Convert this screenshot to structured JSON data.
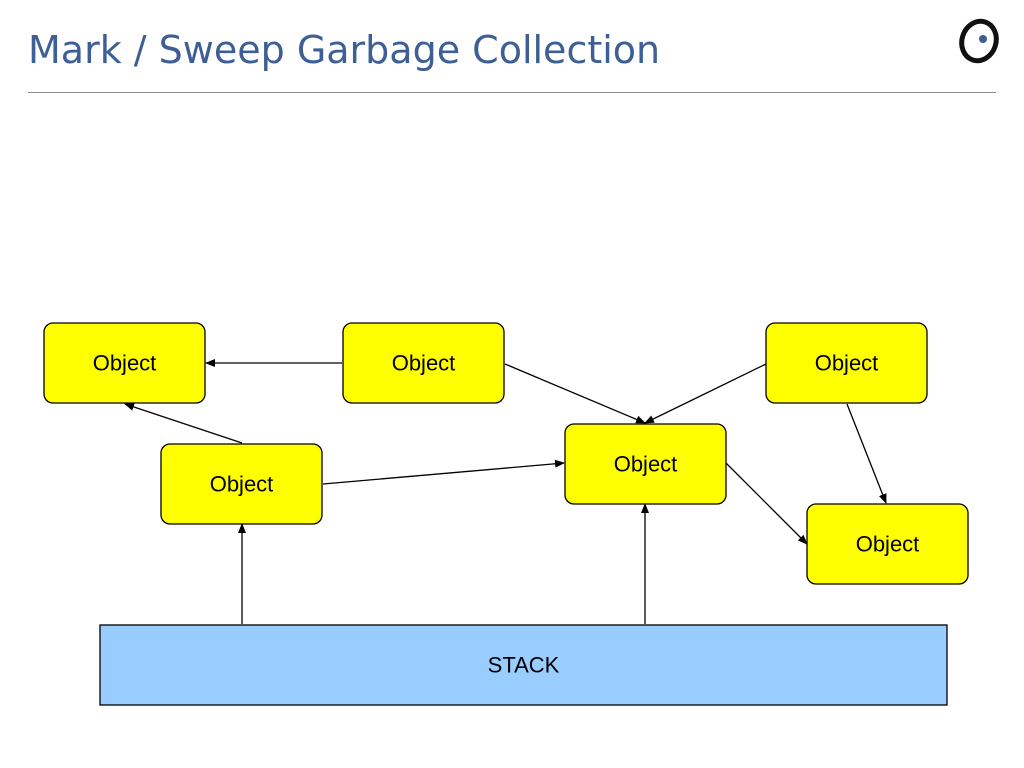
{
  "slide": {
    "title": "Mark / Sweep Garbage Collection"
  },
  "logo": {
    "icon": "circled-dot-logo-icon"
  },
  "colors": {
    "title": "#3d5f95",
    "object_fill": "#ffff00",
    "stack_fill": "#99ccff",
    "edge": "#000000"
  },
  "diagram": {
    "nodes": [
      {
        "id": "obj1",
        "label": "Object"
      },
      {
        "id": "obj2",
        "label": "Object"
      },
      {
        "id": "obj3",
        "label": "Object"
      },
      {
        "id": "obj4",
        "label": "Object"
      },
      {
        "id": "obj5",
        "label": "Object"
      },
      {
        "id": "obj6",
        "label": "Object"
      },
      {
        "id": "stack",
        "label": "STACK"
      }
    ],
    "edges": [
      {
        "from": "obj2",
        "to": "obj1"
      },
      {
        "from": "obj4",
        "to": "obj1"
      },
      {
        "from": "obj2",
        "to": "obj5"
      },
      {
        "from": "obj3",
        "to": "obj5"
      },
      {
        "from": "obj4",
        "to": "obj5"
      },
      {
        "from": "obj3",
        "to": "obj6"
      },
      {
        "from": "obj5",
        "to": "obj6"
      },
      {
        "from": "stack",
        "to": "obj4"
      },
      {
        "from": "stack",
        "to": "obj5"
      }
    ]
  }
}
